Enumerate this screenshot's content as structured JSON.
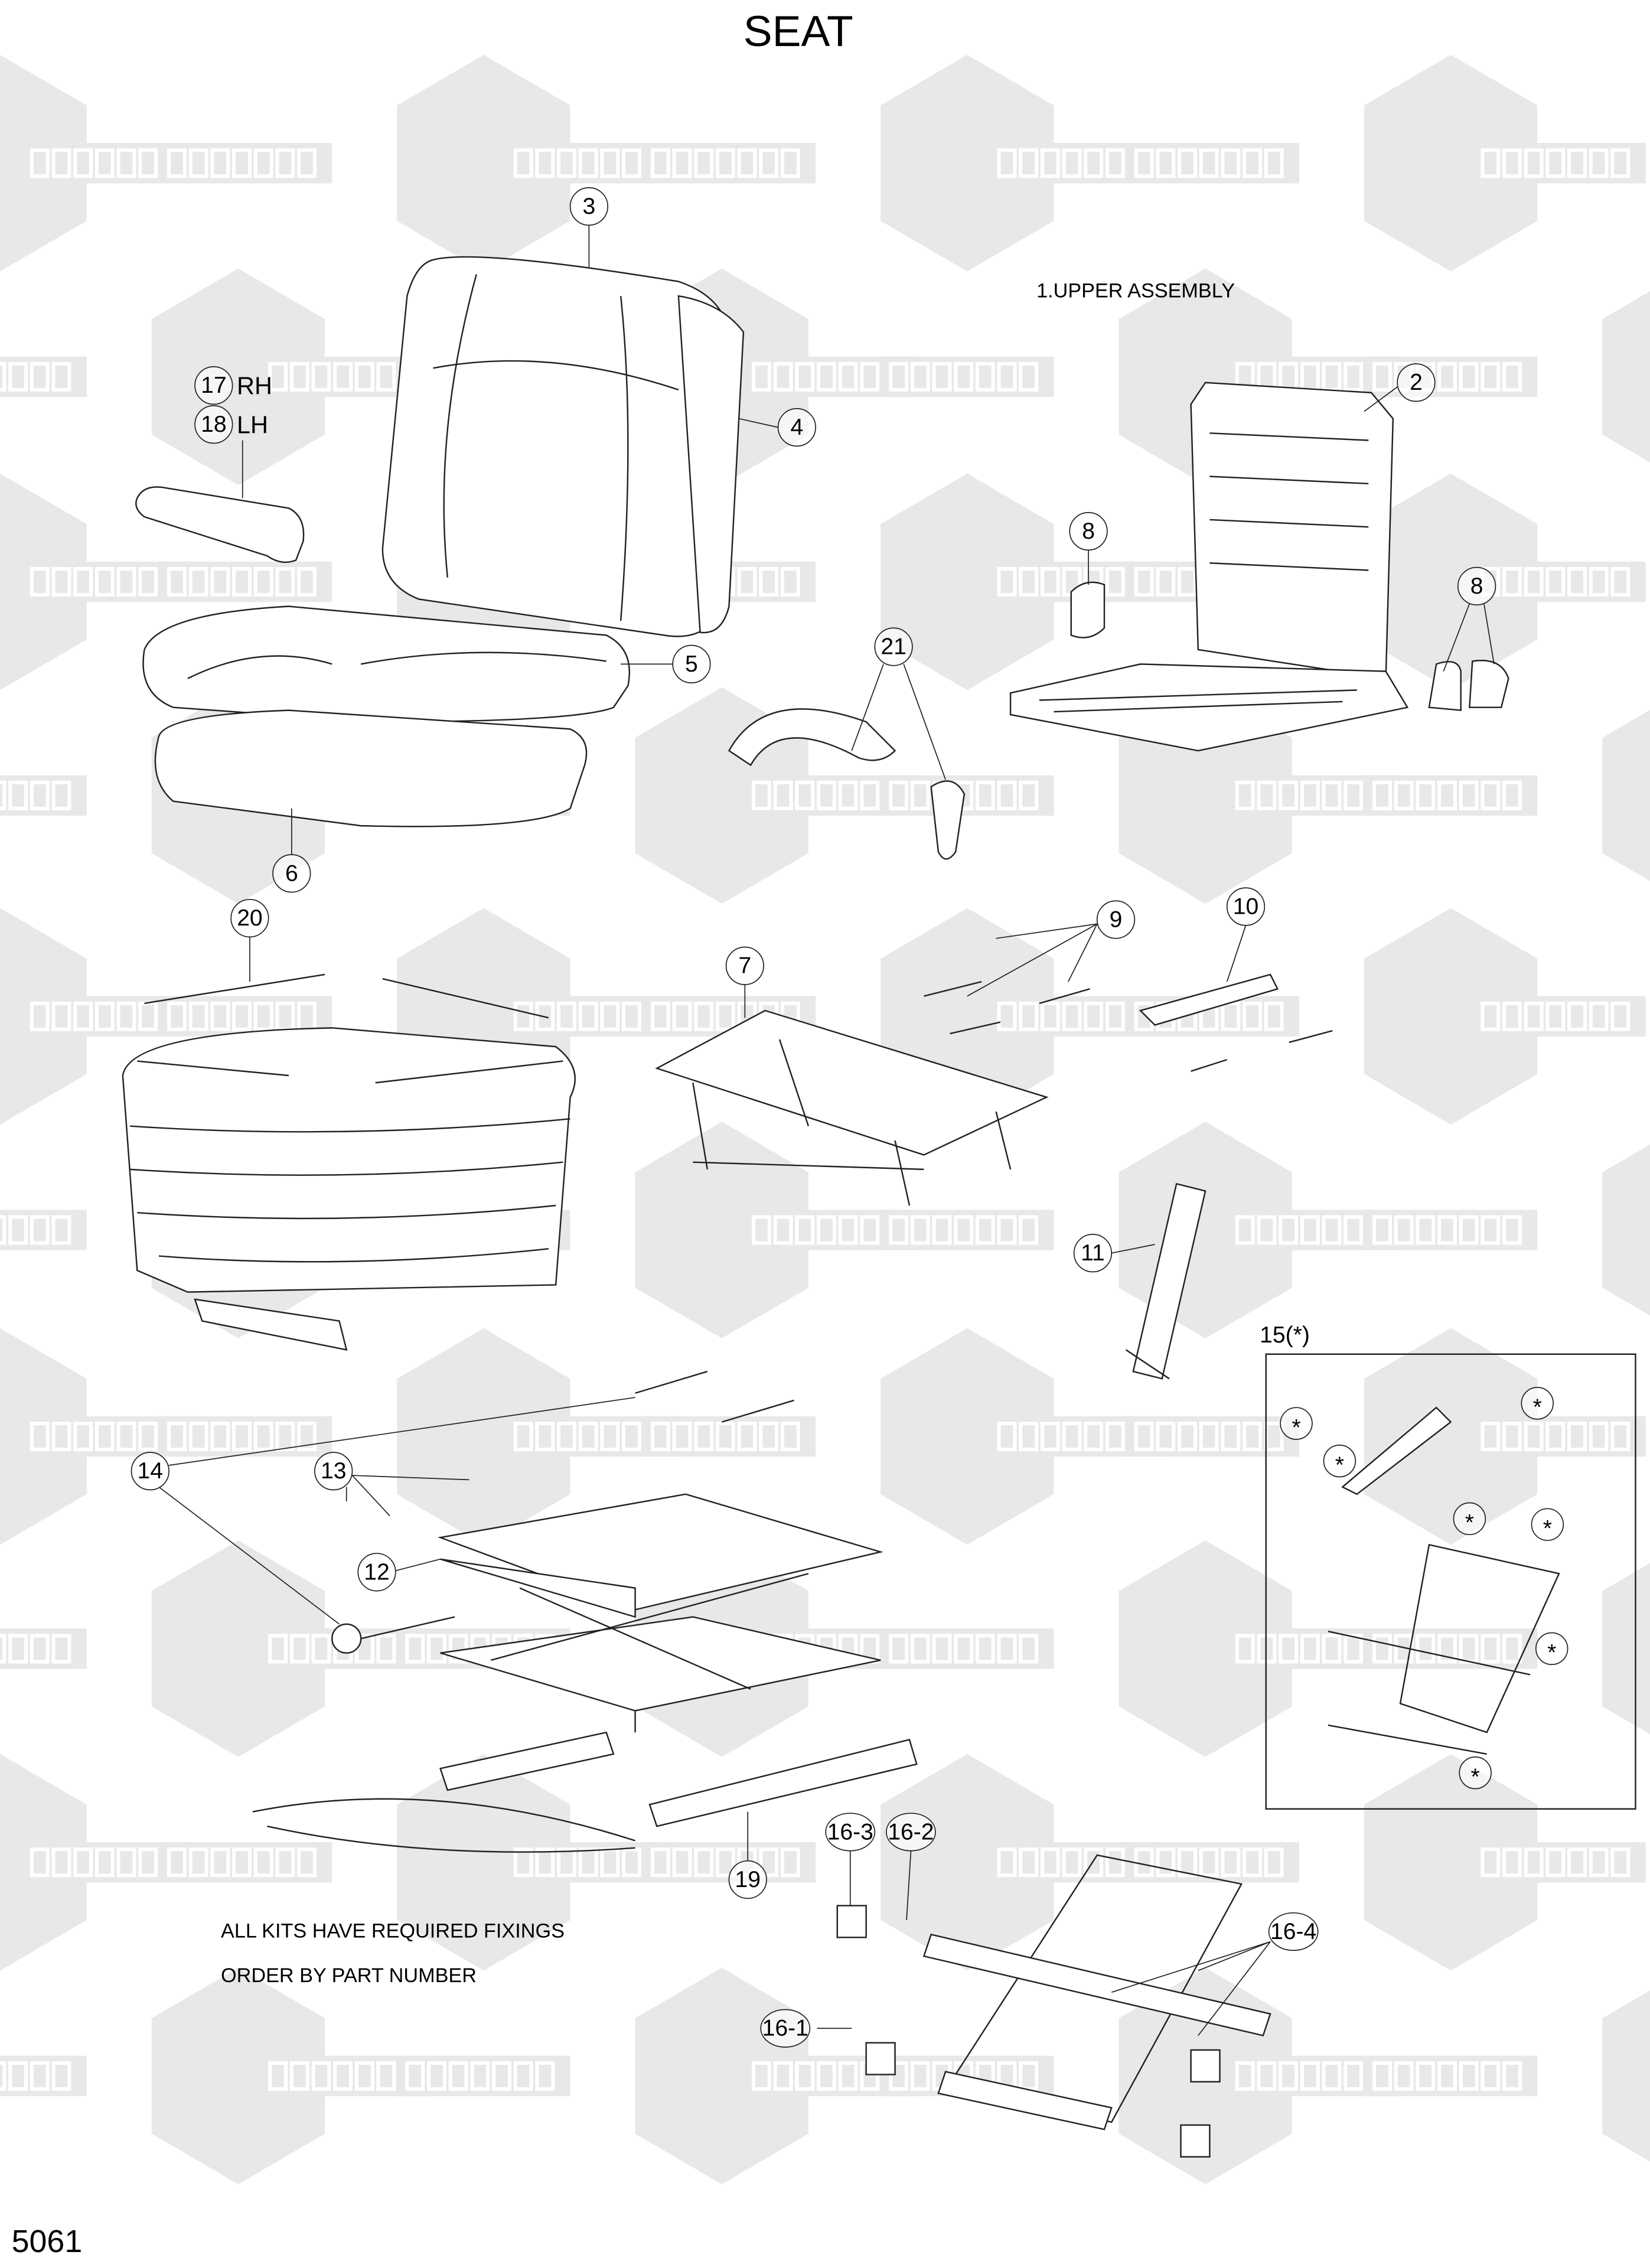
{
  "title": "SEAT",
  "page_number": "5061",
  "subtitle": "1.UPPER ASSEMBLY",
  "notes": [
    "ALL KITS HAVE REQUIRED FIXINGS",
    "ORDER BY PART NUMBER"
  ],
  "watermark": {
    "left_text": "KOMПАРТ",
    "right_text": "COMPART",
    "color": "#e8e8e8"
  },
  "callouts": [
    {
      "id": "3",
      "label": "3"
    },
    {
      "id": "4",
      "label": "4"
    },
    {
      "id": "17",
      "label": "17",
      "suffix": "RH"
    },
    {
      "id": "18",
      "label": "18",
      "suffix": "LH"
    },
    {
      "id": "5",
      "label": "5"
    },
    {
      "id": "6",
      "label": "6"
    },
    {
      "id": "2",
      "label": "2"
    },
    {
      "id": "8a",
      "label": "8"
    },
    {
      "id": "8b",
      "label": "8"
    },
    {
      "id": "21",
      "label": "21"
    },
    {
      "id": "20",
      "label": "20"
    },
    {
      "id": "7",
      "label": "7"
    },
    {
      "id": "9",
      "label": "9"
    },
    {
      "id": "10",
      "label": "10"
    },
    {
      "id": "11",
      "label": "11"
    },
    {
      "id": "15",
      "label": "15(*)"
    },
    {
      "id": "14",
      "label": "14"
    },
    {
      "id": "13",
      "label": "13"
    },
    {
      "id": "12",
      "label": "12"
    },
    {
      "id": "19",
      "label": "19"
    },
    {
      "id": "16-3",
      "label": "16-3"
    },
    {
      "id": "16-2",
      "label": "16-2"
    },
    {
      "id": "16-4",
      "label": "16-4"
    },
    {
      "id": "16-1",
      "label": "16-1"
    }
  ],
  "kit_marker": "*"
}
